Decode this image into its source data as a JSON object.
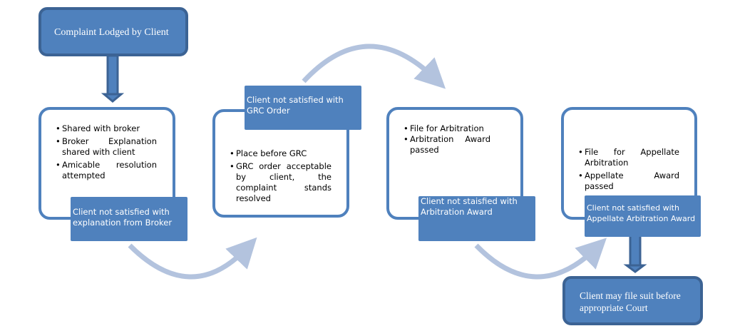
{
  "start": {
    "text": "Complaint Lodged by Client"
  },
  "stages": [
    {
      "bullets": [
        "Shared with broker",
        "Broker Explanation shared with client",
        "Amicable resolution attempted"
      ],
      "label": "Client not satisfied with explanation from Broker"
    },
    {
      "bullets": [
        "Place before GRC",
        "GRC order acceptable by client, the complaint stands resolved"
      ],
      "label": "Client not satisfied with GRC Order"
    },
    {
      "bullets": [
        "File for Arbitration",
        "Arbitration Award passed"
      ],
      "label": "Client not staisfied with Arbitration Award"
    },
    {
      "bullets": [
        "File for Appellate Arbitration",
        "Appellate Award passed"
      ],
      "label": "Client not satisfied with Appellate Arbitration Award"
    }
  ],
  "end": {
    "text": "Client may file suit before appropriate Court"
  },
  "colors": {
    "fill": "#4f81bd",
    "dark": "#3c6394",
    "arc": "#b3c3de"
  }
}
